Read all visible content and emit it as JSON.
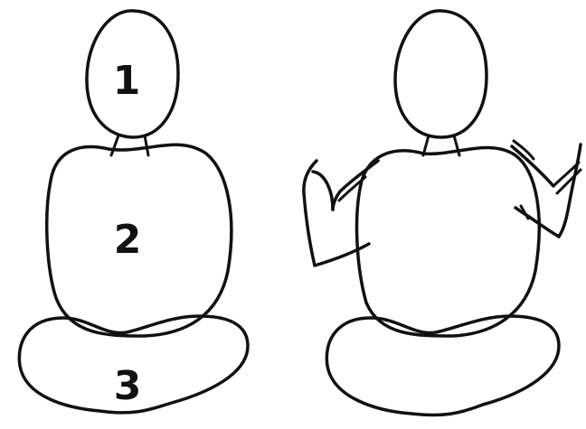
{
  "colors": {
    "background": "#ffffff",
    "ink": "#111111"
  },
  "figures": [
    {
      "label": "labeled-figure",
      "parts": [
        {
          "name": "head",
          "number": "1"
        },
        {
          "name": "torso",
          "number": "2"
        },
        {
          "name": "legs",
          "number": "3"
        }
      ]
    },
    {
      "label": "figure-with-arms",
      "parts": [
        {
          "name": "head",
          "number": ""
        },
        {
          "name": "torso",
          "number": ""
        },
        {
          "name": "legs",
          "number": ""
        },
        {
          "name": "left-arm",
          "number": ""
        },
        {
          "name": "right-arm",
          "number": ""
        }
      ]
    }
  ]
}
